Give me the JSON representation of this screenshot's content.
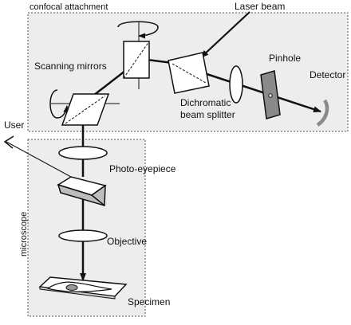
{
  "labels": {
    "confocal": "confocal  attachment",
    "laser": "Laser beam",
    "scanning": "Scanning mirrors",
    "pinhole": "Pinhole",
    "detector": "Detector",
    "dichro1": "Dichromatic",
    "dichro2": "beam splitter",
    "user": "User",
    "eyepiece": "Photo-eyepiece",
    "microscope": "microscope",
    "objective": "Objective",
    "specimen": "Specimen"
  },
  "colors": {
    "box_fill": "#ededed",
    "box_stroke": "#555555",
    "line": "#111111",
    "pinhole_fill": "#8a8a8a",
    "detector": "#8a8a8a",
    "prism_shade": "#bdbdbd"
  }
}
